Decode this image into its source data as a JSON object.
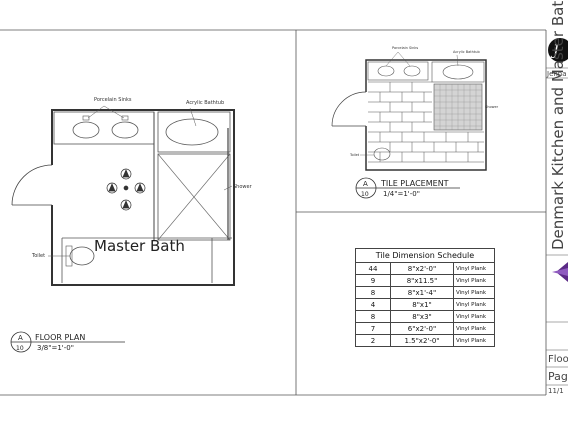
{
  "floor_plan": {
    "room_name": "Master Bath",
    "fixture_sinks": "Porcelain Sinks",
    "fixture_tub": "Acrylic Bathtub",
    "fixture_shower": "Shower",
    "fixture_toilet": "Toilet",
    "tag_letter": "A",
    "tag_number": "10",
    "title": "FLOOR PLAN",
    "scale": "3/8\"=1'-0\""
  },
  "tile_placement": {
    "fixture_sinks": "Porcelain Sinks",
    "fixture_tub": "Acrylic Bathtub",
    "fixture_shower": "Shower",
    "fixture_toilet": "Toilet",
    "tag_letter": "A",
    "tag_number": "10",
    "title": "TILE PLACEMENT",
    "scale": "1/4\"=1'-0\""
  },
  "schedule": {
    "title": "Tile Dimension Schedule",
    "rows": [
      {
        "qty": "44",
        "size": "8\"x2'-0\"",
        "material": "Vinyl Plank"
      },
      {
        "qty": "9",
        "size": "8\"x11.5\"",
        "material": "Vinyl Plank"
      },
      {
        "qty": "8",
        "size": "8\"x1'-4\"",
        "material": "Vinyl Plank"
      },
      {
        "qty": "4",
        "size": "8\"x1\"",
        "material": "Vinyl Plank"
      },
      {
        "qty": "8",
        "size": "8\"x3\"",
        "material": "Vinyl Plank"
      },
      {
        "qty": "7",
        "size": "6\"x2'-0\"",
        "material": "Vinyl Plank"
      },
      {
        "qty": "2",
        "size": "1.5\"x2'-0\"",
        "material": "Vinyl Plank"
      }
    ]
  },
  "title_block": {
    "designer": "Jenna",
    "project": "Denmark Kitchen and Master Bath Design",
    "sheet": "Floor",
    "page": "Pag",
    "date": "11/1"
  }
}
